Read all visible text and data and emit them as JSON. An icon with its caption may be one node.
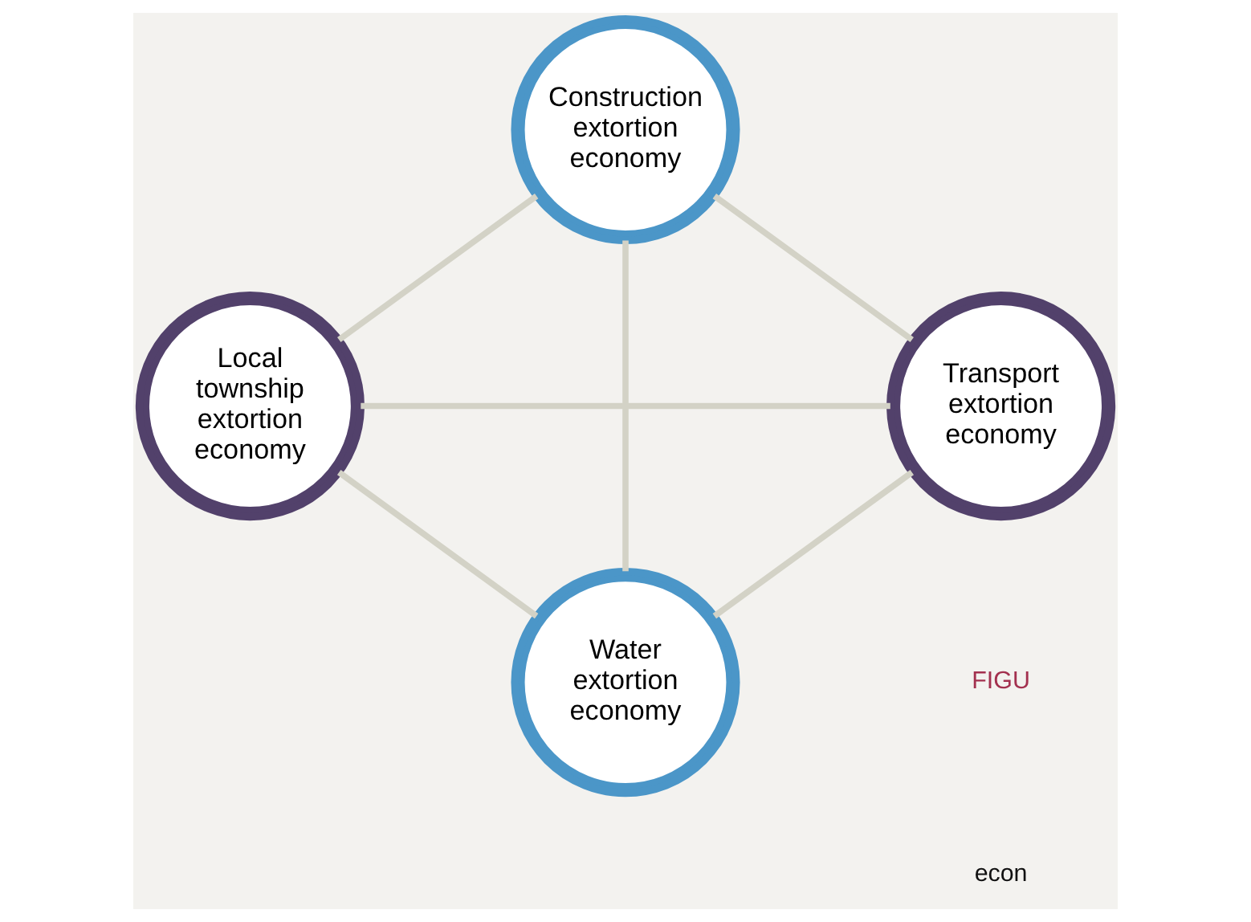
{
  "diagram": {
    "nodes": [
      {
        "text": [
          "Construction extortion economy"
        ]
      },
      {
        "text": [
          "Local township extortion economy"
        ]
      },
      {
        "text": [
          "Transport extortion economy"
        ]
      },
      {
        "text": [
          "Water extortion economy"
        ]
      }
    ],
    "edges": [
      {
        "from": 0,
        "to": 1,
        "arrow": "none"
      },
      {
        "from": 0,
        "to": 2,
        "arrow": "none"
      },
      {
        "from": 0,
        "to": 3,
        "arrow": "none"
      },
      {
        "from": 1,
        "to": 2,
        "arrow": "none"
      },
      {
        "from": 1,
        "to": 3,
        "arrow": "none"
      },
      {
        "from": 3,
        "to": 2,
        "arrow": "none"
      }
    ],
    "labels": [
      "FIGU",
      "econ"
    ]
  }
}
